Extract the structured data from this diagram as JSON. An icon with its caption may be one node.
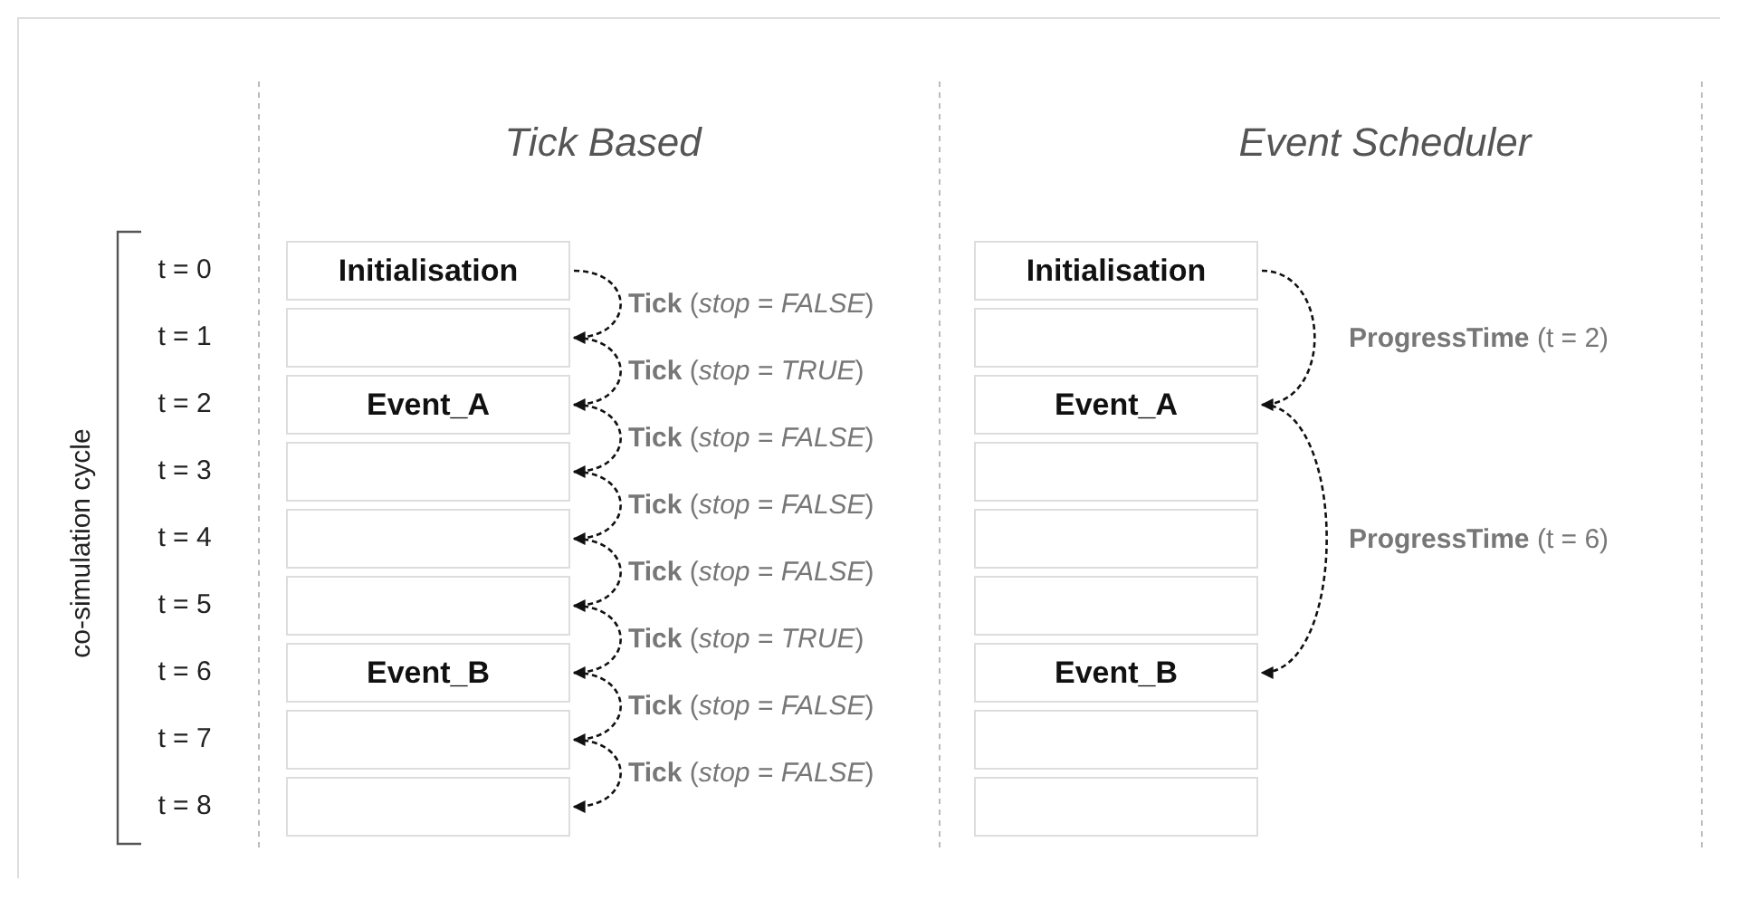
{
  "diagram": {
    "nodes": [
      {
        "text": [
          "Initialisation"
        ]
      },
      {
        "text": [],
        "shape": "box"
      },
      {
        "text": [
          "Event_A"
        ]
      },
      {
        "text": [],
        "shape": "box"
      },
      {
        "text": [],
        "shape": "box"
      },
      {
        "text": [],
        "shape": "box"
      },
      {
        "text": [
          "Event_B"
        ]
      },
      {
        "text": [],
        "shape": "box"
      },
      {
        "text": [],
        "shape": "box"
      },
      {
        "text": [
          "Initialisation"
        ]
      },
      {
        "text": [],
        "shape": "box"
      },
      {
        "text": [
          "Event_A"
        ]
      },
      {
        "text": [],
        "shape": "box"
      },
      {
        "text": [],
        "shape": "box"
      },
      {
        "text": [],
        "shape": "box"
      },
      {
        "text": [
          "Event_B"
        ]
      },
      {
        "text": [],
        "shape": "box"
      },
      {
        "text": [],
        "shape": "box"
      }
    ],
    "edges": [
      {
        "from": 0,
        "to": 1,
        "arrow": "to",
        "style": "dashed",
        "label": "**Tick** (*stop* = *FALSE*)"
      },
      {
        "from": 1,
        "to": 2,
        "arrow": "to",
        "style": "dashed",
        "label": "**Tick** (*stop* = *TRUE*)"
      },
      {
        "from": 2,
        "to": 3,
        "arrow": "to",
        "style": "dashed",
        "label": "**Tick** (*stop* = *FALSE*)"
      },
      {
        "from": 3,
        "to": 4,
        "arrow": "to",
        "style": "dashed",
        "label": "**Tick** (*stop* = *FALSE*)"
      },
      {
        "from": 4,
        "to": 5,
        "arrow": "to",
        "style": "dashed",
        "label": "**Tick** (*stop* = *FALSE*)"
      },
      {
        "from": 5,
        "to": 6,
        "arrow": "to",
        "style": "dashed",
        "label": "**Tick** (*stop* = *TRUE*)"
      },
      {
        "from": 6,
        "to": 7,
        "arrow": "to",
        "style": "dashed",
        "label": "**Tick** (*stop* = *FALSE*)"
      },
      {
        "from": 7,
        "to": 8,
        "arrow": "to",
        "style": "dashed",
        "label": "**Tick** (*stop* = *FALSE*)"
      },
      {
        "from": 9,
        "to": 11,
        "arrow": "to",
        "style": "dashed",
        "label": "**ProgressTime** (t = 2)"
      },
      {
        "from": 11,
        "to": 15,
        "arrow": "to",
        "style": "dashed",
        "label": "**ProgressTime** (t = 6)"
      }
    ],
    "labels": [
      "Tick Based",
      "Event Scheduler",
      "co-simulation cycle",
      "t = 0",
      "t = 1",
      "t = 2",
      "t = 3",
      "t = 4",
      "t = 5",
      "t = 6",
      "t = 7",
      "t = 8"
    ]
  }
}
